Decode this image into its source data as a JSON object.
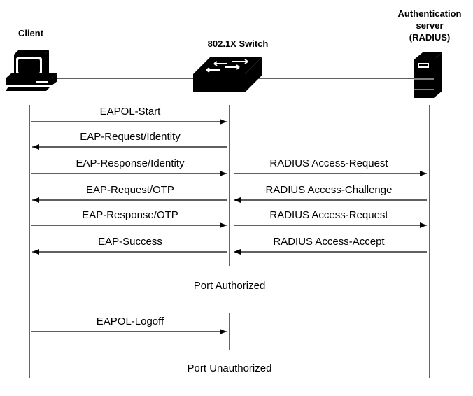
{
  "entities": {
    "client": {
      "label": "Client",
      "icon": "desktop-computer-icon"
    },
    "switch": {
      "label": "802.1X Switch",
      "icon": "network-switch-icon"
    },
    "server": {
      "label_lines": [
        "Authentication",
        "server",
        "(RADIUS)"
      ],
      "icon": "server-tower-icon"
    }
  },
  "messages": [
    {
      "from": "client",
      "to": "switch",
      "label": "EAPOL-Start"
    },
    {
      "from": "switch",
      "to": "client",
      "label": "EAP-Request/Identity"
    },
    {
      "from": "client",
      "to": "switch",
      "label": "EAP-Response/Identity"
    },
    {
      "from": "switch",
      "to": "server",
      "label": "RADIUS Access-Request"
    },
    {
      "from": "switch",
      "to": "client",
      "label": "EAP-Request/OTP"
    },
    {
      "from": "server",
      "to": "switch",
      "label": "RADIUS Access-Challenge"
    },
    {
      "from": "client",
      "to": "switch",
      "label": "EAP-Response/OTP"
    },
    {
      "from": "switch",
      "to": "server",
      "label": "RADIUS Access-Request"
    },
    {
      "from": "switch",
      "to": "client",
      "label": "EAP-Success"
    },
    {
      "from": "server",
      "to": "switch",
      "label": "RADIUS Access-Accept"
    },
    {
      "from": "client",
      "to": "switch",
      "label": "EAPOL-Logoff"
    }
  ],
  "states": [
    "Port Authorized",
    "Port Unauthorized"
  ]
}
